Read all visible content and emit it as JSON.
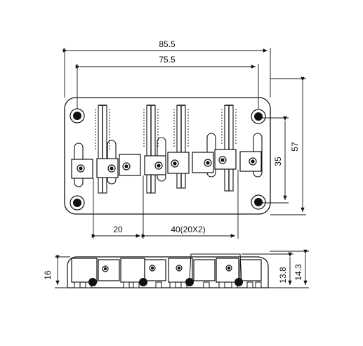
{
  "drawing": {
    "dimensions": {
      "overall_width": "85.5",
      "hole_spacing_width": "75.5",
      "overall_height": "57",
      "hole_spacing_height": "35",
      "first_string_offset": "20",
      "string_spacing": "40(20X2)",
      "side_height_total": "16",
      "side_height_a": "13.8",
      "side_height_b": "14.3"
    },
    "colors": {
      "line": "#111111",
      "plate_fill": "#ffffff",
      "hole_fill": "#111111"
    }
  }
}
